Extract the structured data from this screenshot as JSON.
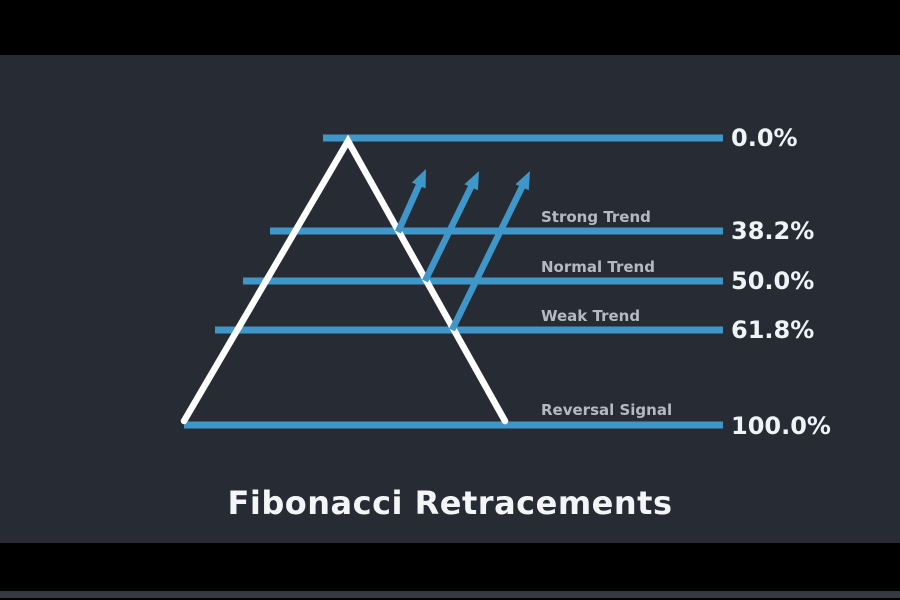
{
  "title": "Fibonacci Retracements",
  "levels": [
    {
      "value": "0.0%",
      "label": ""
    },
    {
      "value": "38.2%",
      "label": "Strong Trend"
    },
    {
      "value": "50.0%",
      "label": "Normal Trend"
    },
    {
      "value": "61.8%",
      "label": "Weak Trend"
    },
    {
      "value": "100.0%",
      "label": "Reversal Signal"
    }
  ],
  "colors": {
    "letterbox": "#000000",
    "background": "#272c34",
    "retracement_line_blue": "#3f96c8",
    "arrow_blue": "#3f96c8",
    "triangle_white": "#ffffff",
    "trend_label_gray": "#b4bac2",
    "value_text_white": "#f0f3f6"
  },
  "arrow_icons_count": 3
}
